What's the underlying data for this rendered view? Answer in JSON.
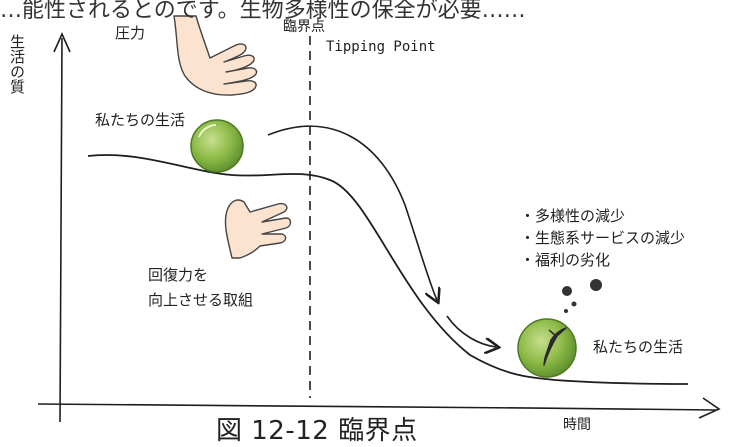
{
  "header_fragment": "…能性されるとのです。生物多様性の保全が必要……",
  "axes": {
    "y_label": "生活の質",
    "x_label": "時間"
  },
  "labels": {
    "pressure": "圧力",
    "tipping_point_ja": "臨界点",
    "tipping_point_en": "Tipping Point",
    "our_life_top": "私たちの生活",
    "resilience_line1": "回復力を",
    "resilience_line2": "向上させる取組",
    "our_life_bottom": "私たちの生活"
  },
  "consequences": [
    "・多様性の減少",
    "・生態系サービスの減少",
    "・福利の劣化"
  ],
  "caption": "図 12-12  臨界点",
  "colors": {
    "ball_fill": "#8fbc4a",
    "ball_edge": "#4d7a22",
    "line": "#1e1e1e",
    "hand_fill": "#fbe3cf",
    "hand_stroke": "#444444"
  },
  "icons": [
    "hand-pressing-down-icon",
    "supporting-hand-icon",
    "bird-icon"
  ]
}
